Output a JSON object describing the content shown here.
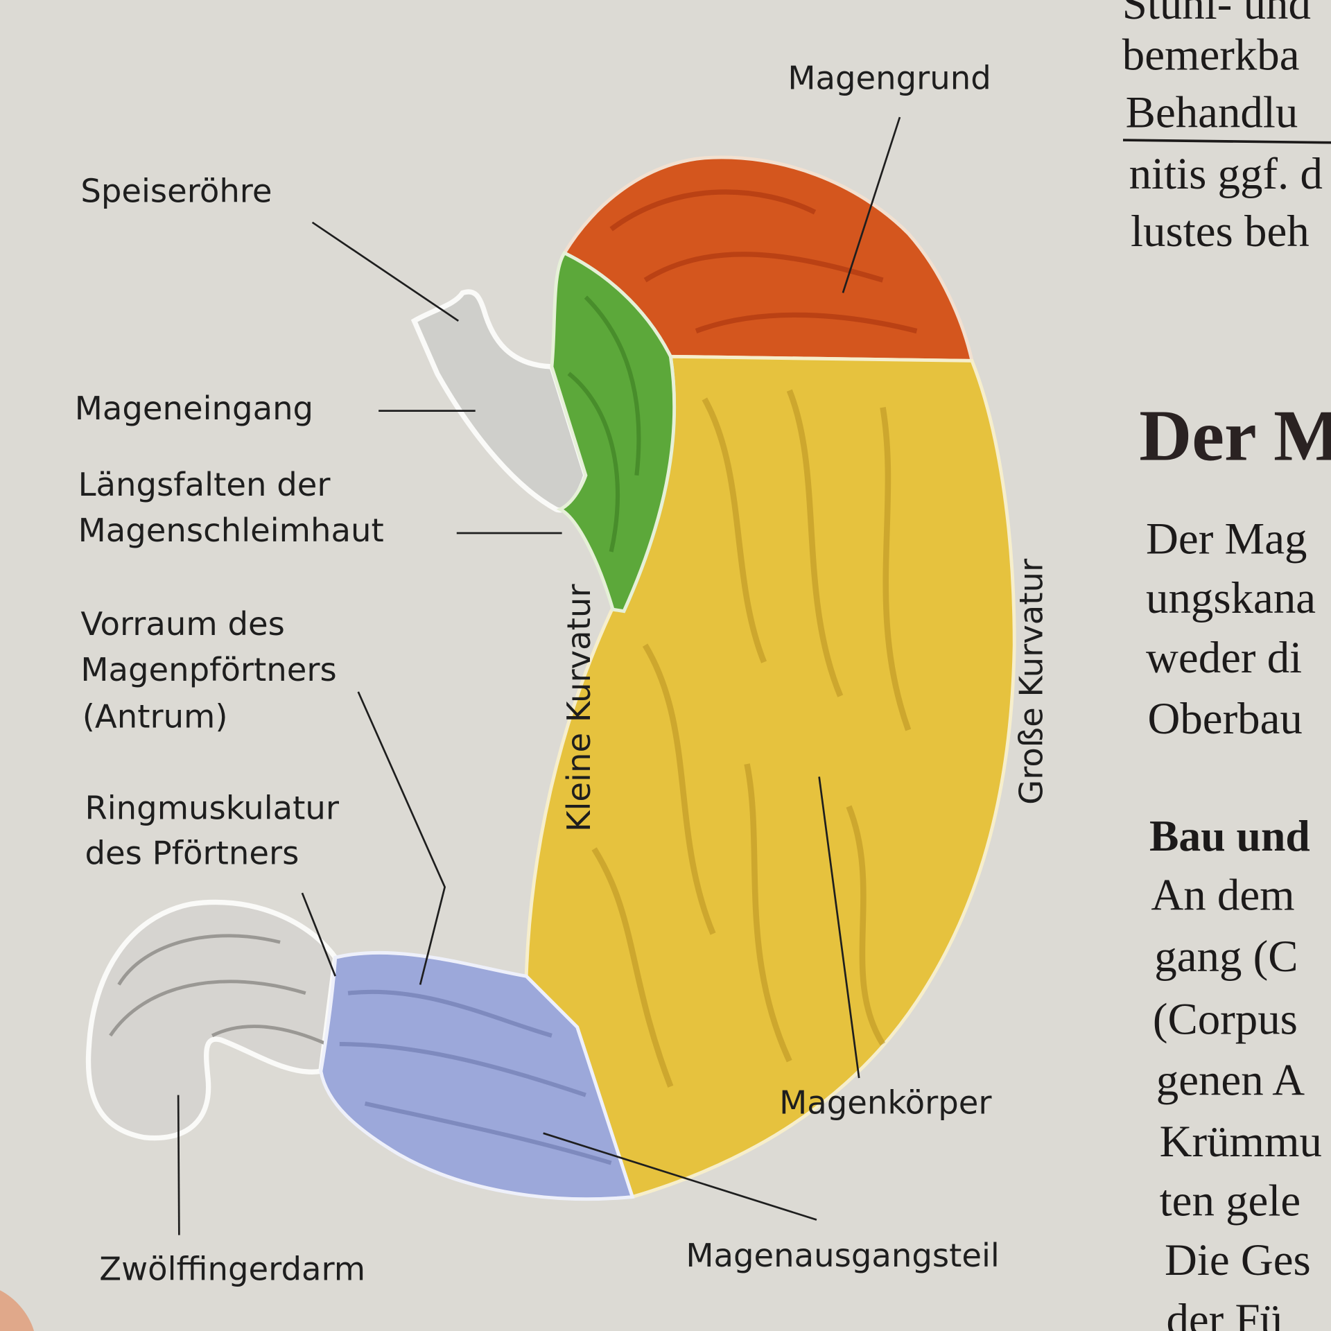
{
  "diagram": {
    "labels": {
      "magengrund": "Magengrund",
      "speiseroehre": "Speiseröhre",
      "mageneingang": "Mageneingang",
      "laengsfalten_1": "Längsfalten der",
      "laengsfalten_2": "Magenschleimhaut",
      "vorraum_1": "Vorraum des",
      "vorraum_2": "Magenpförtners",
      "vorraum_3": "(Antrum)",
      "ringmuskulatur_1": "Ringmuskulatur",
      "ringmuskulatur_2": "des Pförtners",
      "zwoelffingerdarm": "Zwölffingerdarm",
      "magenausgangsteil": "Magenausgangsteil",
      "magenkoerper": "Magenkörper",
      "kleine_kurvatur": "Kleine Kurvatur",
      "grosse_kurvatur": "Große Kurvatur"
    },
    "colors": {
      "fundus": "#d9541c",
      "cardia": "#5aa83a",
      "body": "#e8c13c",
      "antrum": "#9aa6d8",
      "duodenum": "#d8d6d2",
      "background": "#dcdad4"
    }
  },
  "text_column": {
    "lines_top": [
      "Stuhl- und",
      "bemerkba",
      "Behandlu",
      "nitis ggf. d",
      "lustes beh"
    ],
    "heading": "Der M",
    "intro_lines": [
      "Der Mag",
      "ungskana",
      "weder di",
      "Oberbau"
    ],
    "subheading": "Bau und",
    "body_lines": [
      "An dem",
      "gang (C",
      "(Corpus",
      "genen A",
      "Krümmu",
      "ten gele",
      "Die Ges",
      "der Fü"
    ]
  }
}
